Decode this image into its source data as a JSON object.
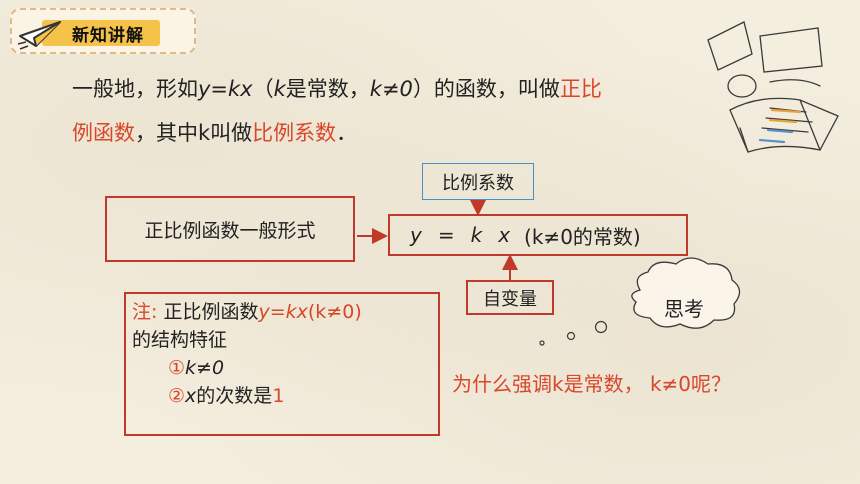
{
  "header": {
    "title": "新知讲解",
    "icon": "paper-plane-icon",
    "accent_color": "#f6c34a"
  },
  "intro": {
    "line1_a": "一般地，形如",
    "line1_formula": "y=kx",
    "line1_b": "（",
    "line1_k": "k",
    "line1_c": "是常数，",
    "line1_cond": "k≠0",
    "line1_d": "）的函数，叫做",
    "line1_term": "正比",
    "line2_term": "例函数",
    "line2_a": "，其中k叫做",
    "line2_term2": "比例系数",
    "line2_end": "．"
  },
  "diagram": {
    "general_form_label": "正比例函数一般形式",
    "coefficient_label": "比例系数",
    "variable_label": "自变量",
    "formula_y": "y",
    "formula_eq": "=",
    "formula_k": "k",
    "formula_x": "x",
    "formula_condition": "(k≠0的常数)"
  },
  "note": {
    "prefix": "注:",
    "line1_a": "正比例函数",
    "line1_formula": "y=kx",
    "line1_cond": "(k≠0)",
    "line2": "的结构特征",
    "item1_num": "①",
    "item1_text": "k≠0",
    "item2_num": "②",
    "item2_x": "x",
    "item2_text": "的次数是",
    "item2_val": "1"
  },
  "thinking": {
    "bubble_text": "思考",
    "question": "为什么强调k是常数， k≠0呢？"
  },
  "colors": {
    "emphasis": "#d9472b",
    "box_border": "#c0392b",
    "coef_border": "#4a90c8",
    "background": "#f4eedf"
  }
}
